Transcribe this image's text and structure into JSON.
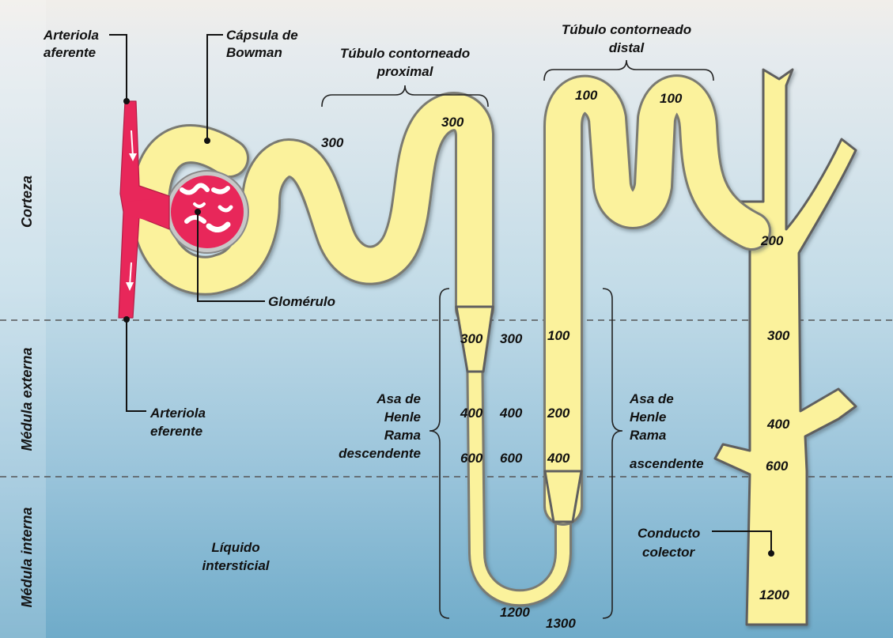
{
  "zones": {
    "corteza": "Corteza",
    "medula_externa": "Médula externa",
    "medula_interna": "Médula interna"
  },
  "labels": {
    "arteriola_aferente_1": "Arteriola",
    "arteriola_aferente_2": "aferente",
    "capsula_1": "Cápsula de",
    "capsula_2": "Bowman",
    "tubulo_proximal_1": "Túbulo contorneado",
    "tubulo_proximal_2": "proximal",
    "tubulo_distal_1": "Túbulo contorneado",
    "tubulo_distal_2": "distal",
    "glomerulo": "Glomérulo",
    "arteriola_eferente_1": "Arteriola",
    "arteriola_eferente_2": "eferente",
    "asa_desc_1": "Asa de",
    "asa_desc_2": "Henle",
    "asa_desc_3": "Rama",
    "asa_desc_4": "descendente",
    "asa_asc_1": "Asa de",
    "asa_asc_2": "Henle",
    "asa_asc_3": "Rama",
    "asa_asc_4": "ascendente",
    "liquido_1": "Líquido",
    "liquido_2": "intersticial",
    "conducto_1": "Conducto",
    "conducto_2": "colector"
  },
  "values": {
    "proximal_start": "300",
    "proximal_top": "300",
    "distal_top_1": "100",
    "distal_top_2": "100",
    "collector_cortex": "200",
    "desc_inside_1": "300",
    "desc_outside_1": "300",
    "asc_1": "100",
    "collector_1": "300",
    "desc_inside_2": "400",
    "desc_outside_2": "400",
    "asc_2": "200",
    "collector_2": "400",
    "desc_inside_3": "600",
    "desc_outside_3": "600",
    "asc_3": "400",
    "collector_3": "600",
    "loop_bottom_1": "1200",
    "loop_bottom_2": "1300",
    "collector_bottom": "1200"
  },
  "colors": {
    "tubule": "#fbf29c",
    "vessel": "#e8275a",
    "cortex_bg": "#dfe9ee",
    "medulla_bg": "#7fb3cf"
  }
}
